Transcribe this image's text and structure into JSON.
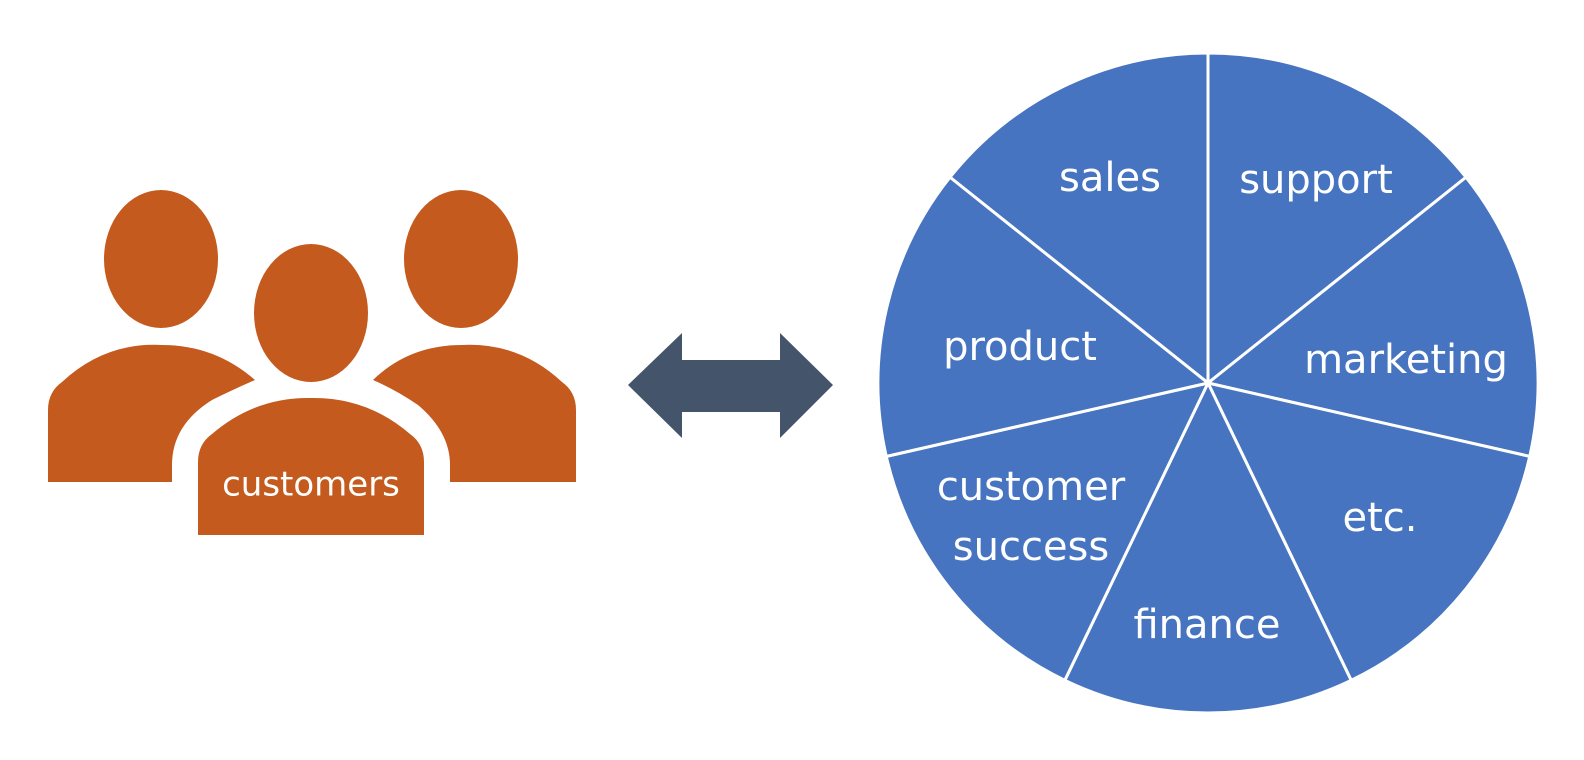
{
  "colors": {
    "customers": "#C45A1E",
    "arrow": "#44546A",
    "wheel": "#4674C1",
    "divider": "#ffffff",
    "label_text": "#ffffff"
  },
  "customers": {
    "icon": "people-group-icon",
    "label": "customers"
  },
  "arrow": {
    "icon": "double-headed-arrow-icon"
  },
  "wheel": {
    "segments": [
      {
        "label": "sales"
      },
      {
        "label": "support"
      },
      {
        "label": "marketing"
      },
      {
        "label": "etc."
      },
      {
        "label": "finance"
      },
      {
        "label_line1": "customer",
        "label_line2": "success"
      },
      {
        "label": "product"
      }
    ]
  }
}
